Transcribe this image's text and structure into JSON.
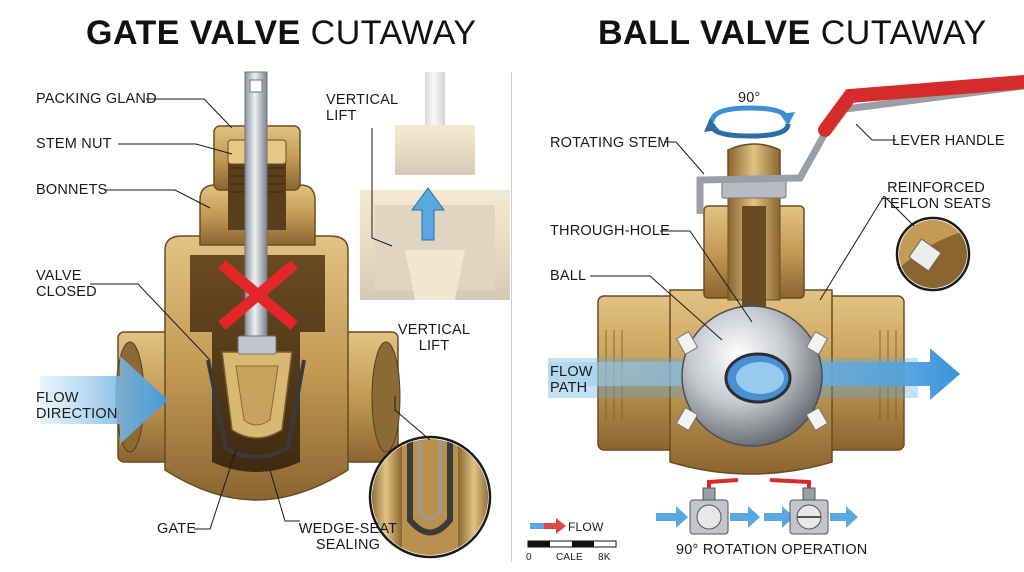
{
  "gate": {
    "title_bold": "GATE VALVE",
    "title_light": "CUTAWAY",
    "labels": {
      "packing_gland": "PACKING GLAND",
      "stem_nut": "STEM NUT",
      "bonnets": "BONNETS",
      "valve_closed_1": "VALVE",
      "valve_closed_2": "CLOSED",
      "flow_direction_1": "FLOW",
      "flow_direction_2": "DIRECTION",
      "vertical_lift_top_1": "VERTICAL",
      "vertical_lift_top_2": "LIFT",
      "vertical_lift_mid_1": "VERTICAL",
      "vertical_lift_mid_2": "LIFT",
      "gate": "GATE",
      "wedge_seat_1": "WEDGE-SEAT",
      "wedge_seat_2": "SEALING"
    }
  },
  "ball": {
    "title_bold": "BALL VALVE",
    "title_light": "CUTAWAY",
    "labels": {
      "rotation": "90°",
      "rotating_stem": "ROTATING STEM",
      "lever_handle": "LEVER HANDLE",
      "reinforced_1": "REINFORCED",
      "reinforced_2": "TEFLON SEATS",
      "through_hole": "THROUGH-HOLE",
      "ball": "BALL",
      "flow_path_1": "FLOW",
      "flow_path_2": "PATH",
      "rotation_operation": "90° ROTATION OPERATION"
    }
  },
  "legend": {
    "flow": "FLOW",
    "scale_0": "0",
    "scale_mid": "CALE",
    "scale_end": "8K"
  },
  "colors": {
    "brass": "#c9a15a",
    "brass_dark": "#7a5a2a",
    "flow_blue": "#5aa8e0",
    "red_x": "#e4262a",
    "handle_red": "#d62b2b",
    "steel": "#b8bcc2"
  }
}
